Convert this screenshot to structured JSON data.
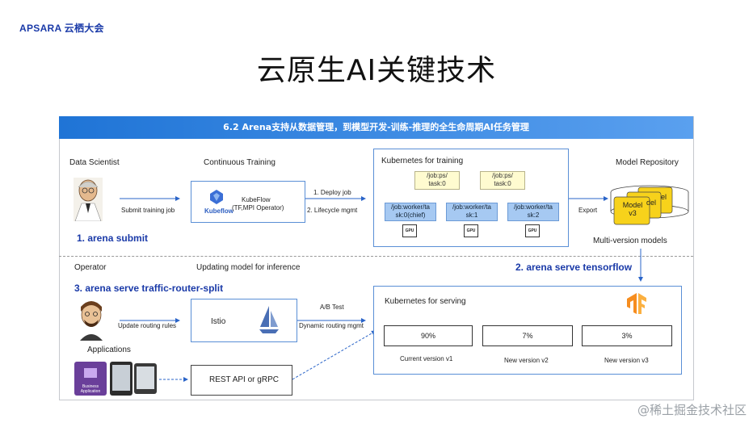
{
  "logo": "APSARA 云栖大会",
  "title": "云原生AI关键技术",
  "header": "6.2 Arena支持从数据管理，到模型开发-训练-推理的全生命周期AI任务管理",
  "top": {
    "data_scientist": "Data Scientist",
    "submit_training_job": "Submit training job",
    "arena_submit": "1. arena submit",
    "continuous_training": "Continuous Training",
    "kubeflow_brand": "Kubeflow",
    "kubeflow_desc_line1": "KubeFlow",
    "kubeflow_desc_line2": "(TF,MPI Operator)",
    "deploy_job": "1. Deploy job",
    "lifecycle_mgmt": "2. Lifecycle mgmt",
    "k8s_training": "Kubernetes for training",
    "job_ps_0_line1": "/job:ps/",
    "job_ps_0_line2": "task:0",
    "job_ps_1_line1": "/job:ps/",
    "job_ps_1_line2": "task:0",
    "worker_0_line1": "/job:worker/ta",
    "worker_0_line2": "sk:0(chief)",
    "worker_1_line1": "/job:worker/ta",
    "worker_1_line2": "sk:1",
    "worker_2_line1": "/job:worker/ta",
    "worker_2_line2": "sk:2",
    "gpu": "GPU",
    "export": "Export",
    "model_repository": "Model Repository",
    "model_card_back": "del",
    "model_card_back2": "el",
    "model_card_front_line1": "Model",
    "model_card_front_line2": "v3",
    "multi_version_models": "Multi-version models"
  },
  "bottom": {
    "operator": "Operator",
    "updating_model": "Updating model for inference",
    "arena_serve_split": "3. arena serve traffic-router-split",
    "arena_serve_tf": "2. arena serve tensorflow",
    "update_routing_rules": "Update routing rules",
    "istio": "Istio",
    "ab_test": "A/B Test",
    "dynamic_routing": "Dynamic routing mgmt",
    "k8s_serving": "Kubernetes for serving",
    "applications": "Applications",
    "business_app_line1": "Business",
    "business_app_line2": "Application",
    "rest_api": "REST API  or gRPC",
    "versions": [
      {
        "percent": "90%",
        "label": "Current version v1"
      },
      {
        "percent": "7%",
        "label": "New version v2"
      },
      {
        "percent": "3%",
        "label": "New version v3"
      }
    ]
  },
  "watermark": "@稀土掘金技术社区",
  "colors": {
    "accent": "#1a3aa8",
    "header": "#1f74d6",
    "model_card": "#f7d21b"
  }
}
